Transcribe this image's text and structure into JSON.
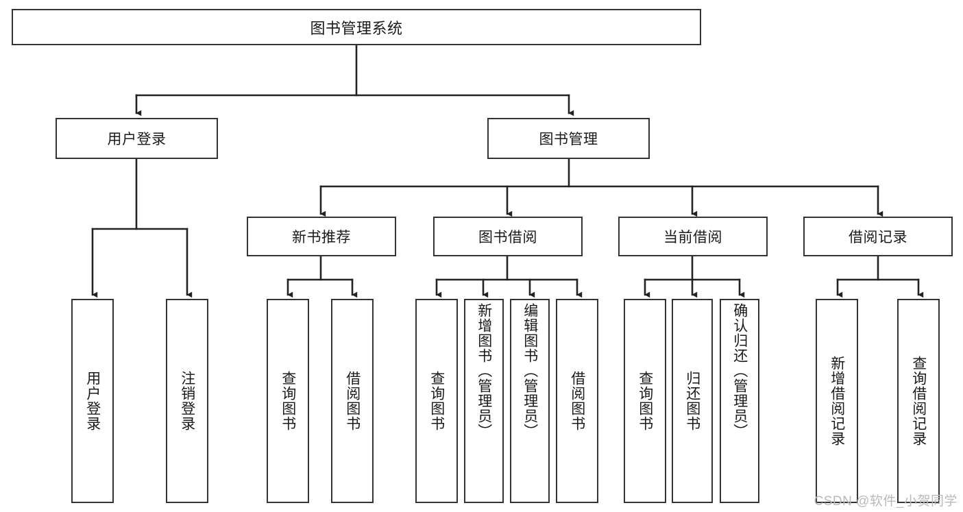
{
  "diagram": {
    "type": "hierarchy-tree",
    "title": "图书管理系统",
    "watermark": "CSDN @软件_小贺同学",
    "colors": {
      "box_border": "#333333",
      "box_fill": "#ffffff",
      "connector": "#222222",
      "text": "#1a1a1a",
      "watermark": "#b9b9b9"
    },
    "root": {
      "label": "图书管理系统"
    },
    "level2": [
      {
        "label": "用户登录"
      },
      {
        "label": "图书管理"
      }
    ],
    "level3": [
      {
        "label": "新书推荐"
      },
      {
        "label": "图书借阅"
      },
      {
        "label": "当前借阅"
      },
      {
        "label": "借阅记录"
      }
    ],
    "leaves": {
      "user_login": [
        {
          "label": "用户登录"
        },
        {
          "label": "注销登录"
        }
      ],
      "new_book_recommend": [
        {
          "label": "查询图书"
        },
        {
          "label": "借阅图书"
        }
      ],
      "book_borrow": [
        {
          "label": "查询图书"
        },
        {
          "label": "新增图书（管理员）"
        },
        {
          "label": "编辑图书（管理员）"
        },
        {
          "label": "借阅图书"
        }
      ],
      "current_borrow": [
        {
          "label": "查询图书"
        },
        {
          "label": "归还图书"
        },
        {
          "label": "确认归还（管理员）"
        }
      ],
      "borrow_record": [
        {
          "label": "新增借阅记录"
        },
        {
          "label": "查询借阅记录"
        }
      ]
    }
  }
}
